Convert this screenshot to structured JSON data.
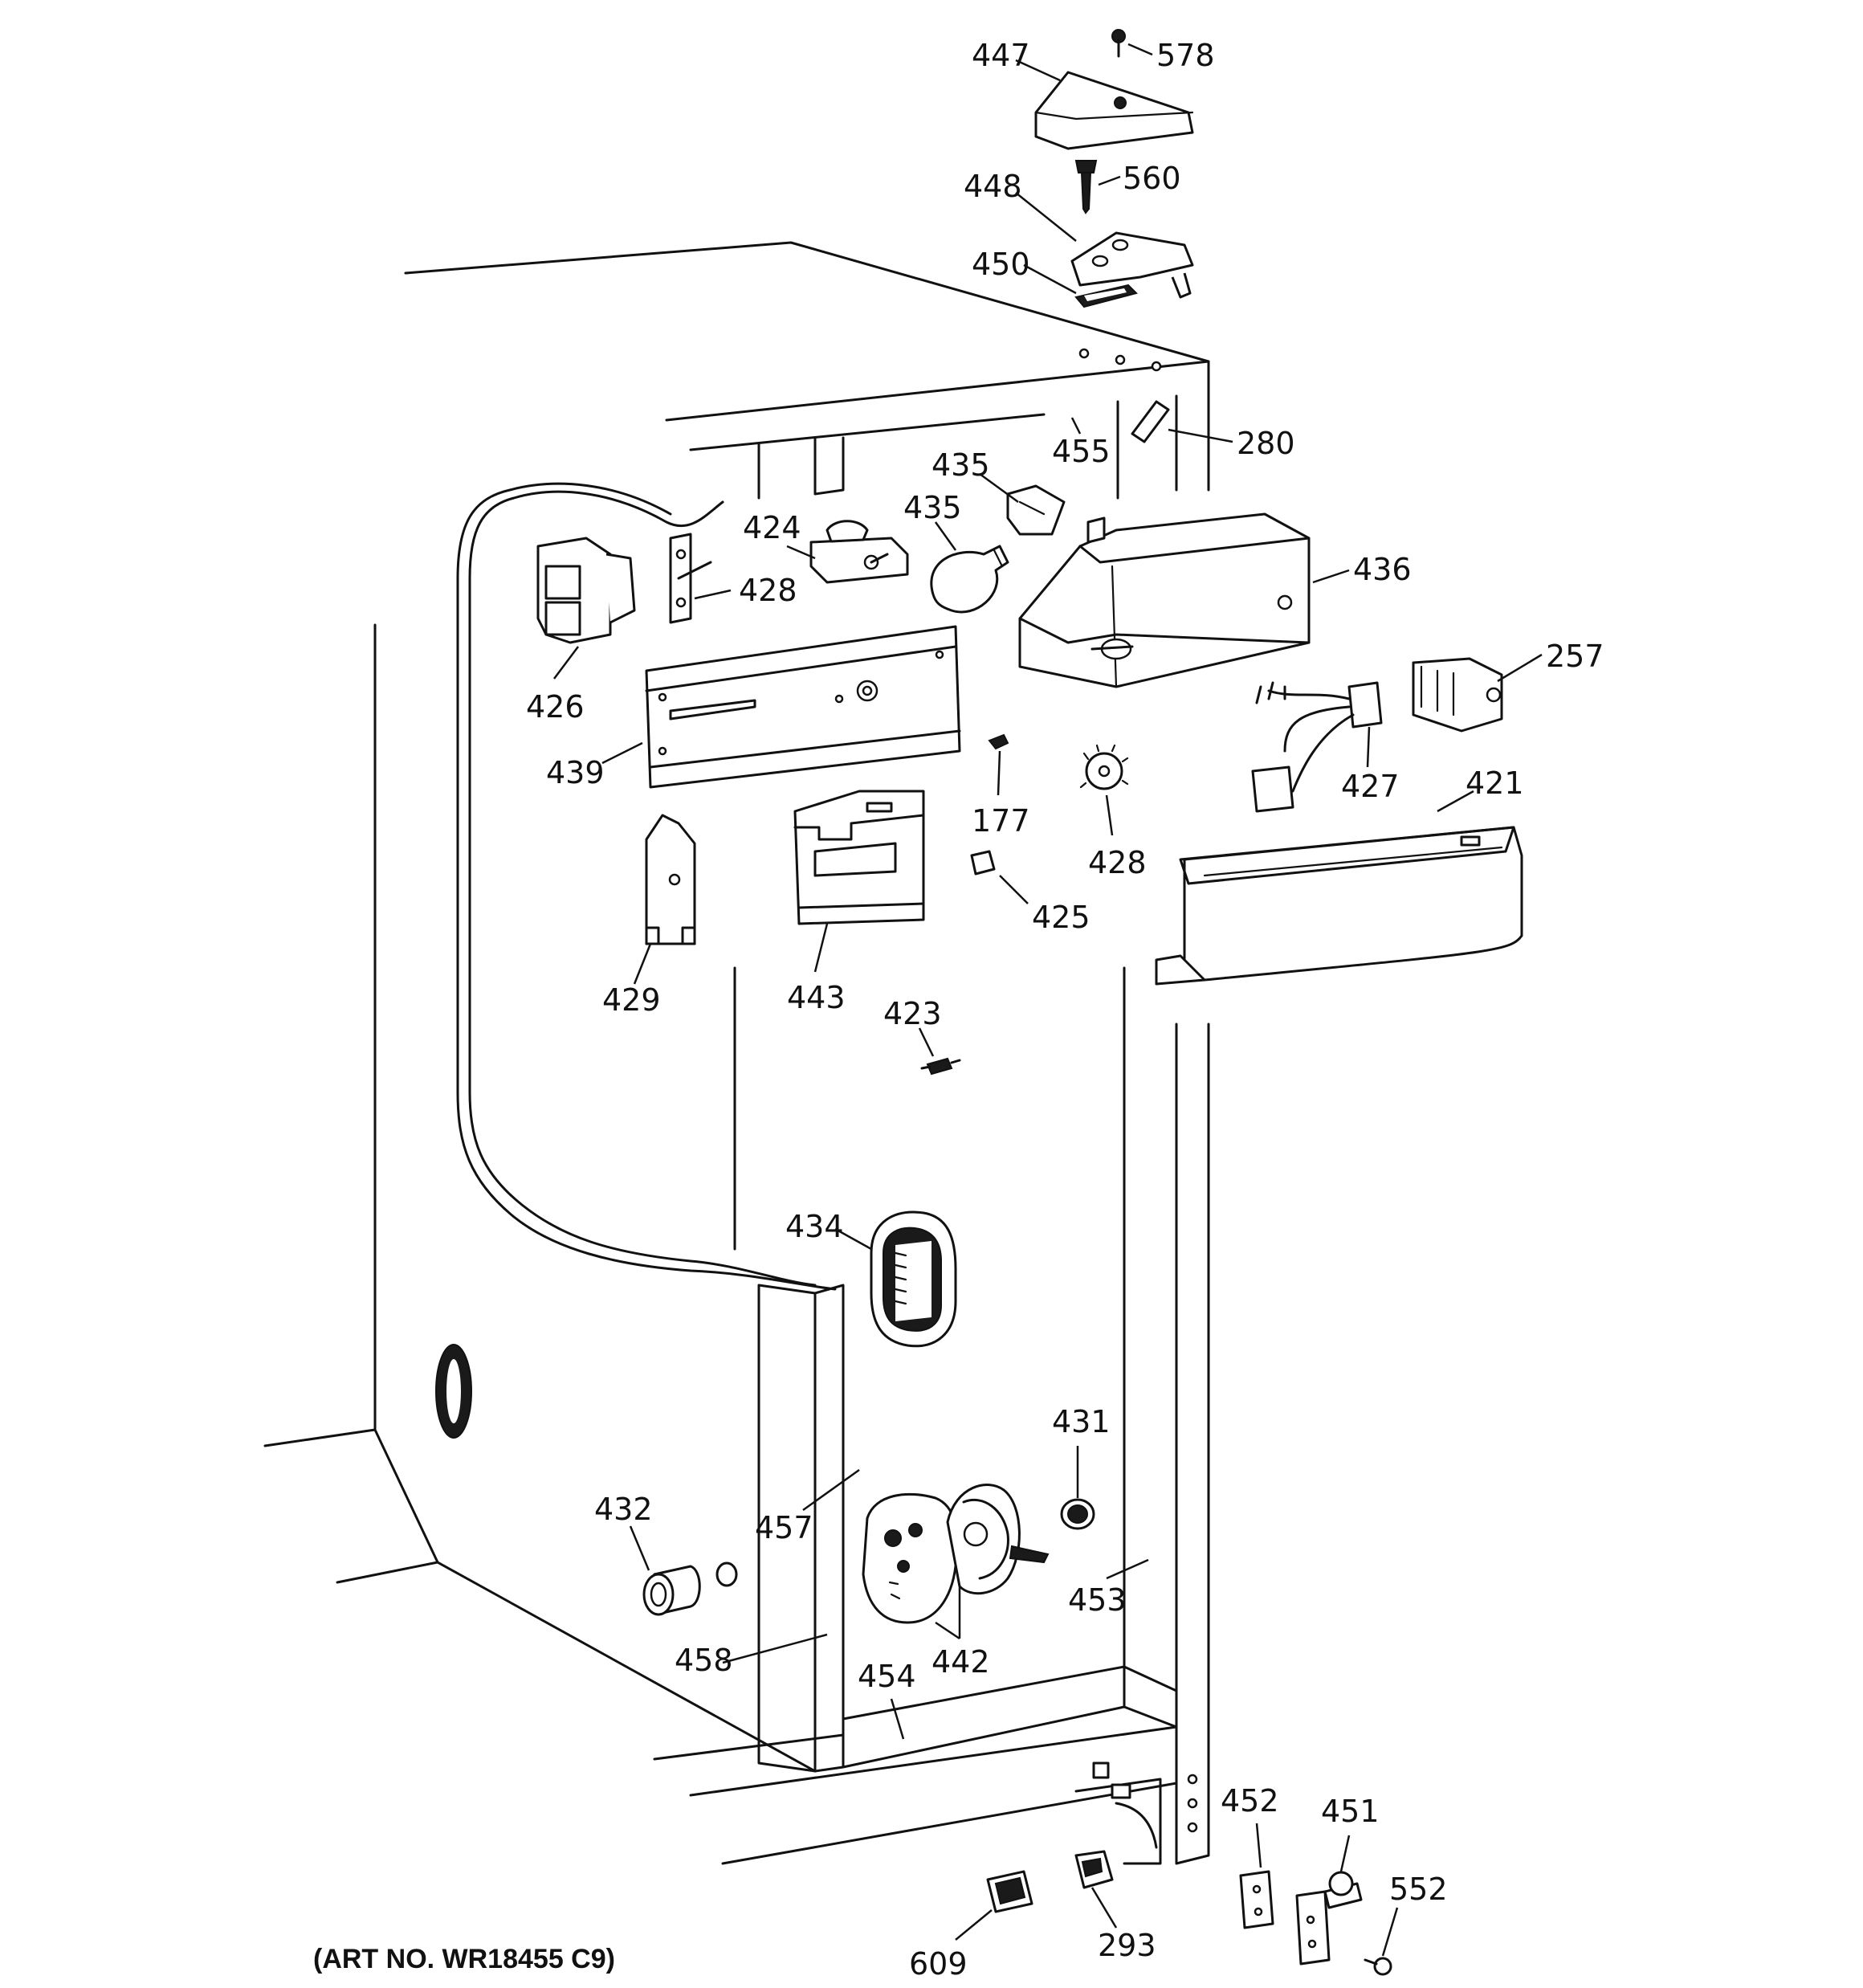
{
  "art_number": "(ART NO. WR18455 C9)",
  "callouts": [
    {
      "id": "447",
      "label": "447"
    },
    {
      "id": "578",
      "label": "578"
    },
    {
      "id": "448",
      "label": "448"
    },
    {
      "id": "560",
      "label": "560"
    },
    {
      "id": "450",
      "label": "450"
    },
    {
      "id": "280",
      "label": "280"
    },
    {
      "id": "455",
      "label": "455"
    },
    {
      "id": "435a",
      "label": "435"
    },
    {
      "id": "435b",
      "label": "435"
    },
    {
      "id": "424",
      "label": "424"
    },
    {
      "id": "428a",
      "label": "428"
    },
    {
      "id": "426",
      "label": "426"
    },
    {
      "id": "436",
      "label": "436"
    },
    {
      "id": "257",
      "label": "257"
    },
    {
      "id": "439",
      "label": "439"
    },
    {
      "id": "177",
      "label": "177"
    },
    {
      "id": "427",
      "label": "427"
    },
    {
      "id": "421",
      "label": "421"
    },
    {
      "id": "428b",
      "label": "428"
    },
    {
      "id": "429",
      "label": "429"
    },
    {
      "id": "443",
      "label": "443"
    },
    {
      "id": "425",
      "label": "425"
    },
    {
      "id": "423",
      "label": "423"
    },
    {
      "id": "434",
      "label": "434"
    },
    {
      "id": "431",
      "label": "431"
    },
    {
      "id": "432",
      "label": "432"
    },
    {
      "id": "457",
      "label": "457"
    },
    {
      "id": "453",
      "label": "453"
    },
    {
      "id": "442",
      "label": "442"
    },
    {
      "id": "458",
      "label": "458"
    },
    {
      "id": "454",
      "label": "454"
    },
    {
      "id": "452",
      "label": "452"
    },
    {
      "id": "451",
      "label": "451"
    },
    {
      "id": "552",
      "label": "552"
    },
    {
      "id": "609",
      "label": "609"
    },
    {
      "id": "293",
      "label": "293"
    }
  ]
}
